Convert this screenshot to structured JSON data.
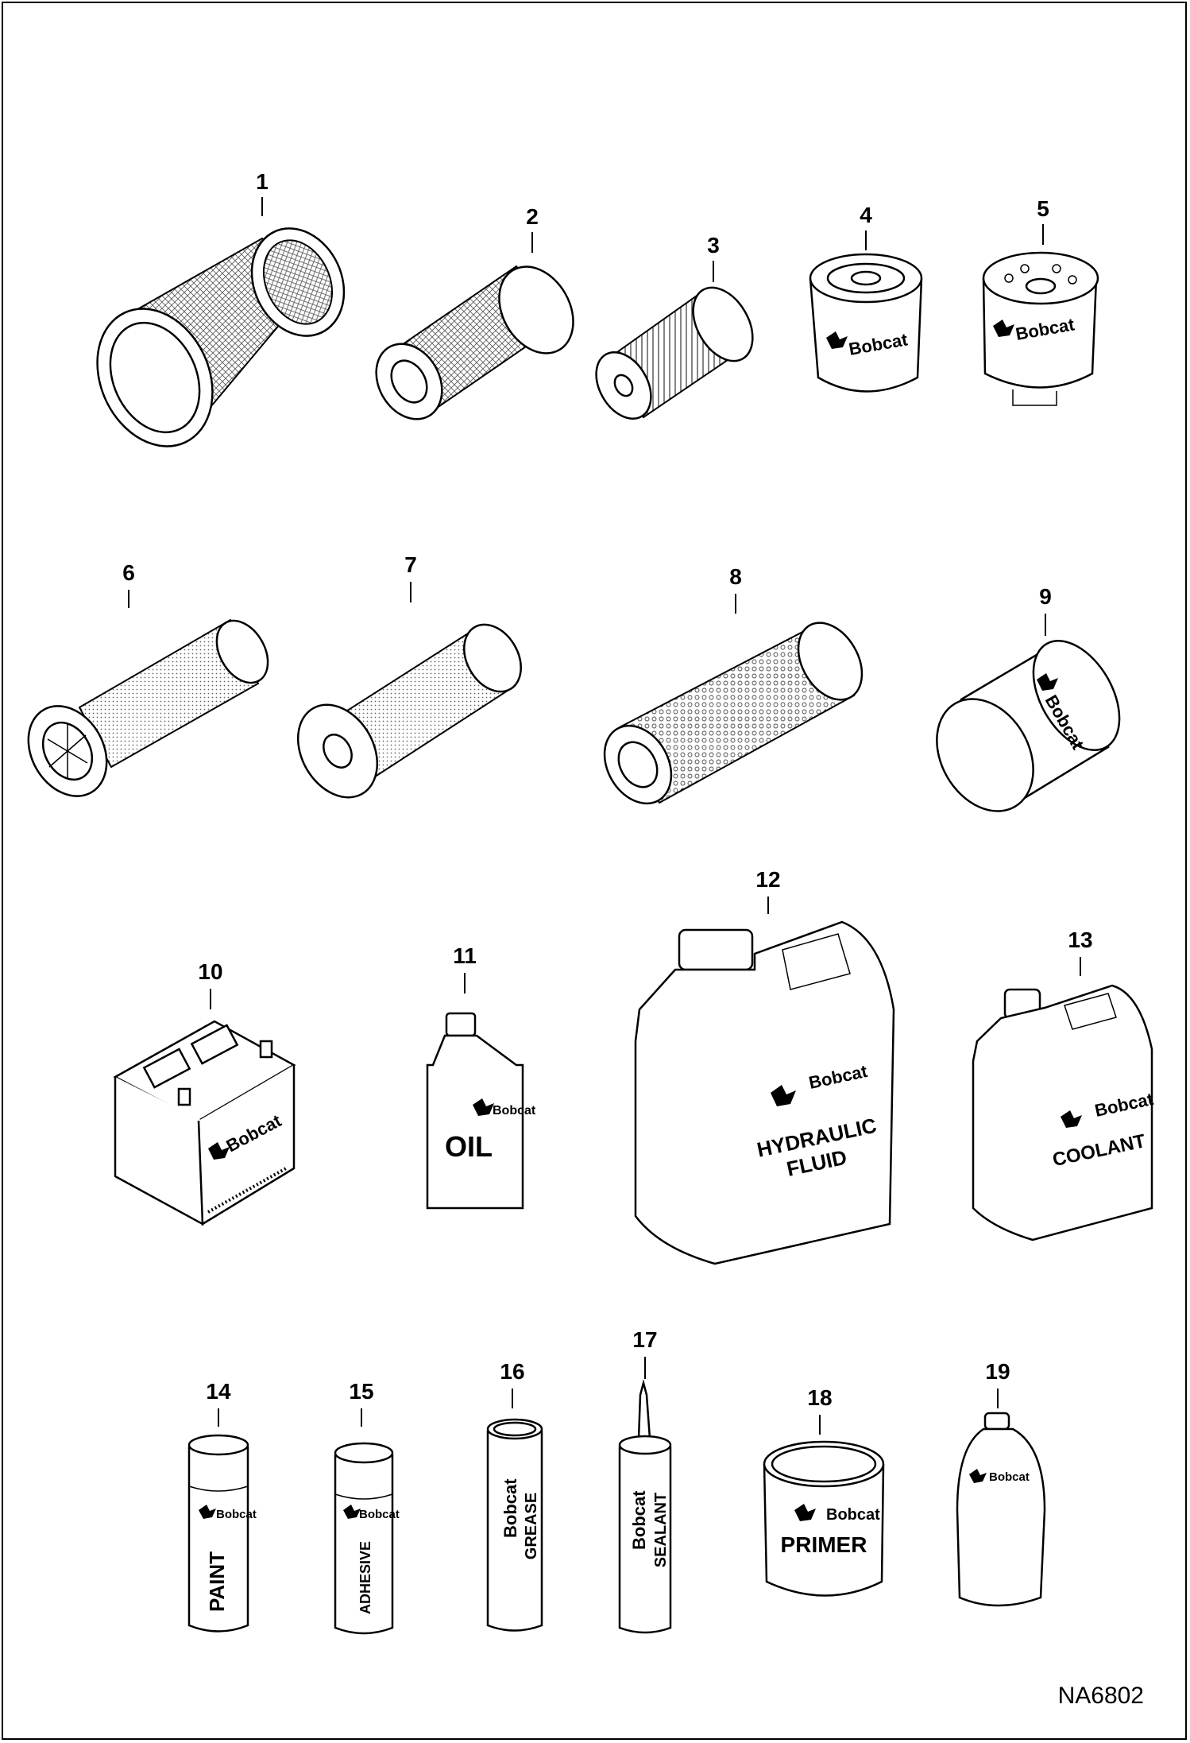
{
  "callouts": [
    "1",
    "2",
    "3",
    "4",
    "5",
    "6",
    "7",
    "8",
    "9",
    "10",
    "11",
    "12",
    "13",
    "14",
    "15",
    "16",
    "17",
    "18",
    "19"
  ],
  "labels": {
    "brand": "Bobcat",
    "oil": "OIL",
    "hydraulic_line1": "HYDRAULIC",
    "hydraulic_line2": "FLUID",
    "coolant": "COOLANT",
    "paint": "PAINT",
    "adhesive": "ADHESIVE",
    "grease": "GREASE",
    "sealant": "SEALANT",
    "primer": "PRIMER"
  },
  "figure_code": "NA6802",
  "colors": {
    "line": "#000000",
    "background": "#ffffff",
    "hatch": "#555555"
  }
}
